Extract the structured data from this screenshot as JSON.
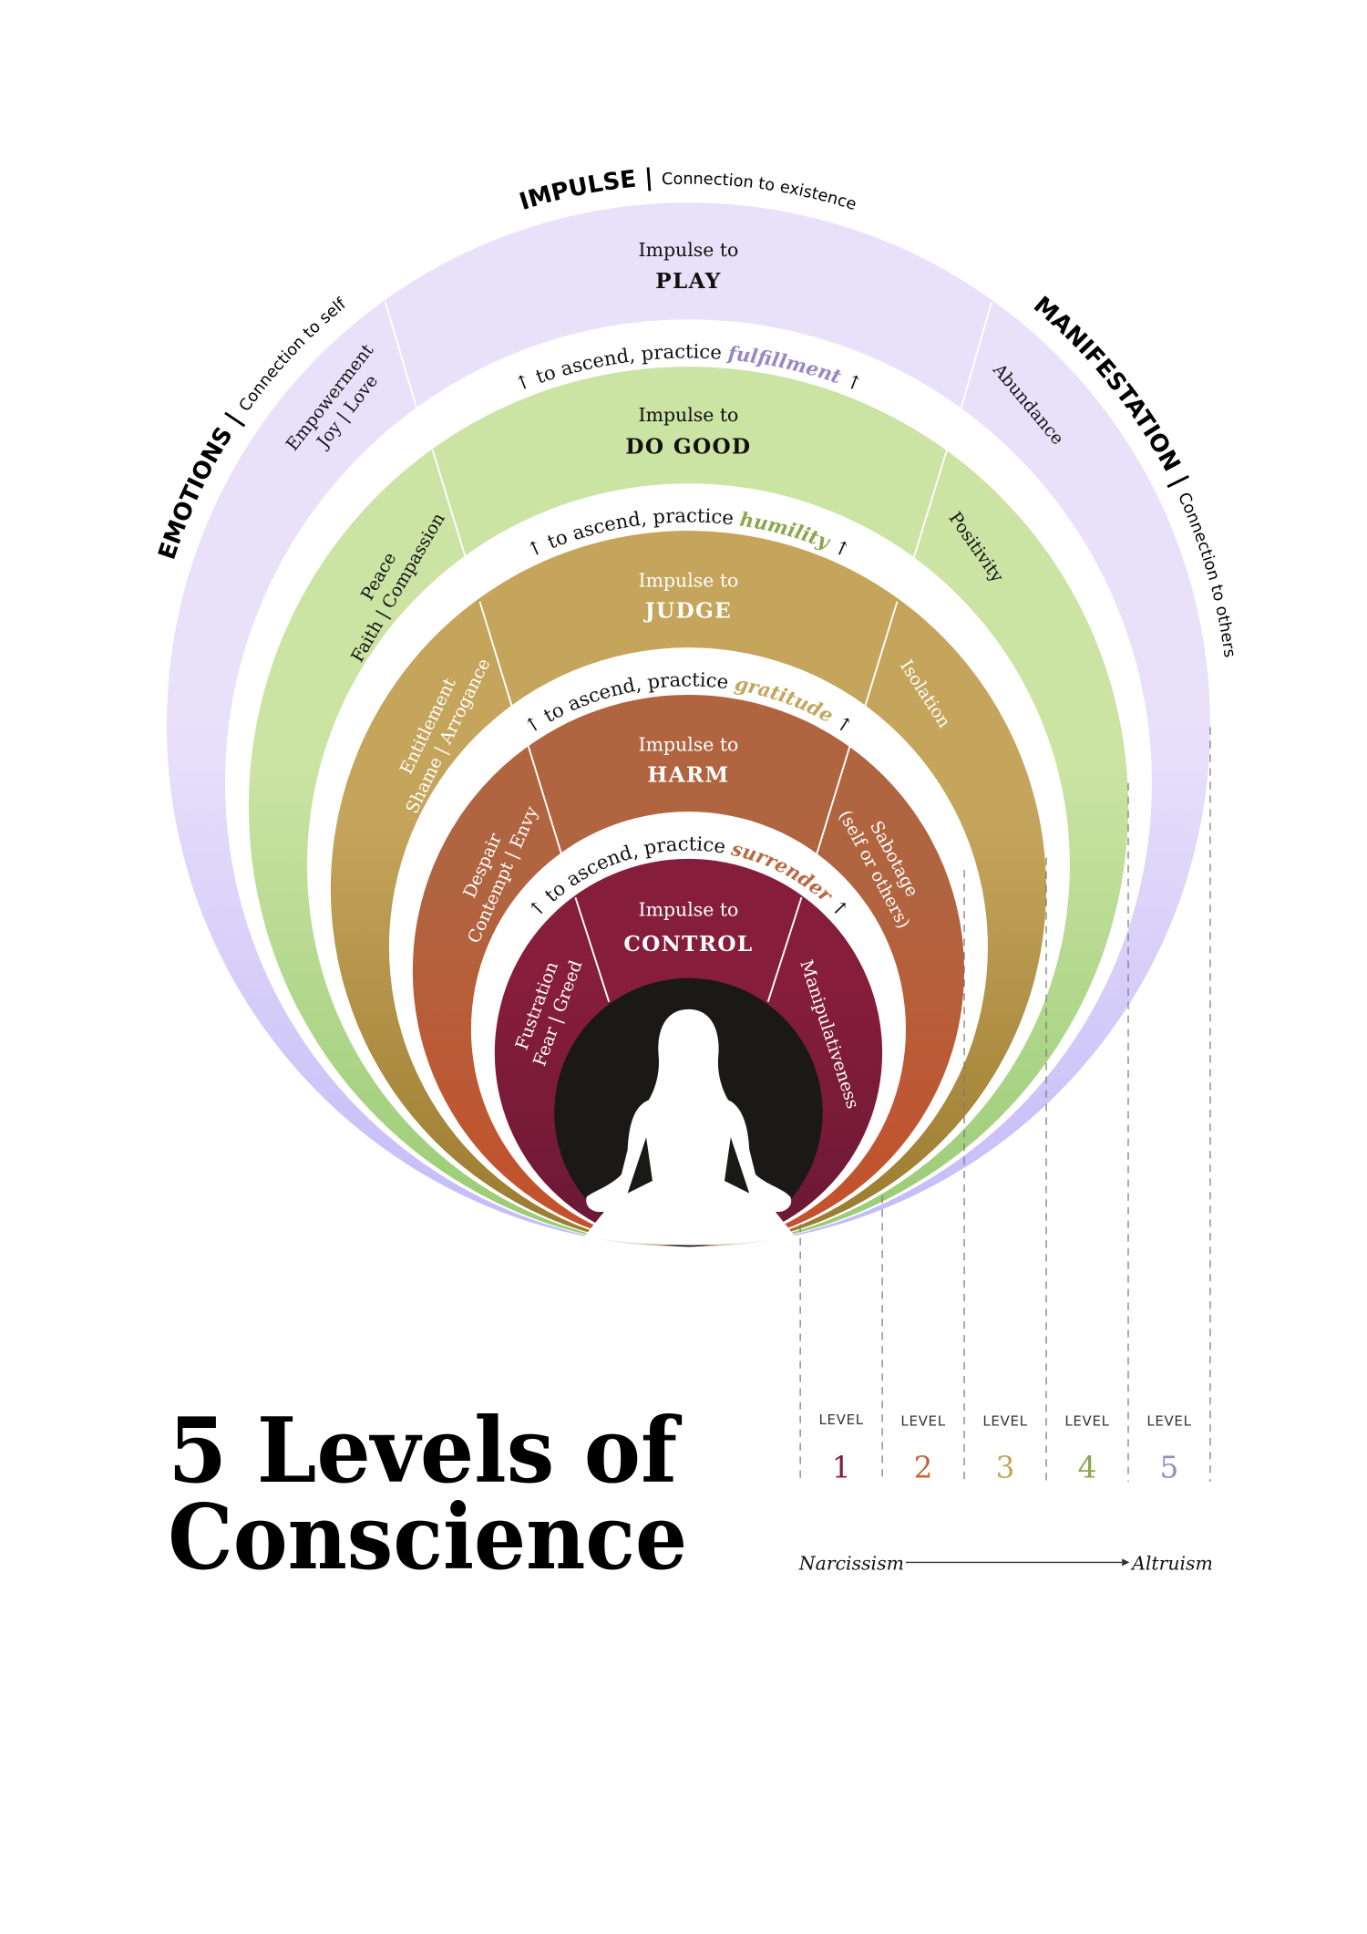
{
  "outer_labels": {
    "impulse": {
      "title": "IMPULSE",
      "sep": " | ",
      "sub": "Connection to existence"
    },
    "emotions": {
      "title": "EMOTIONS",
      "sep": " | ",
      "sub": "Connection to self"
    },
    "manifestation": {
      "title": "MANIFESTATION",
      "sep": " | ",
      "sub": "Connection to others"
    }
  },
  "rings": [
    {
      "level": "5",
      "impulse_prefix": "Impulse to",
      "impulse": "PLAY",
      "practice_prefix": "to ascend, practice ",
      "practice": "fulfillment",
      "arrow": "↑",
      "left": [
        "Empowerment",
        "Joy | Love"
      ],
      "right": [
        "Abundance"
      ]
    },
    {
      "level": "4",
      "impulse_prefix": "Impulse to",
      "impulse": "DO GOOD",
      "practice_prefix": "to ascend, practice ",
      "practice": "humility",
      "arrow": "↑",
      "left": [
        "Peace",
        "Faith | Compassion"
      ],
      "right": [
        "Positivity"
      ]
    },
    {
      "level": "3",
      "impulse_prefix": "Impulse to",
      "impulse": "JUDGE",
      "practice_prefix": "to ascend, practice ",
      "practice": "gratitude",
      "arrow": "↑",
      "left": [
        "Entitlement",
        "Shame | Arrogance"
      ],
      "right": [
        "Isolation"
      ]
    },
    {
      "level": "2",
      "impulse_prefix": "Impulse to",
      "impulse": "HARM",
      "practice_prefix": "to ascend, practice ",
      "practice": "surrender",
      "arrow": "↑",
      "left": [
        "Despair",
        "Contempt | Envy"
      ],
      "right": [
        "Sabotage",
        "(self or others)"
      ]
    },
    {
      "level": "1",
      "impulse_prefix": "Impulse to",
      "impulse": "CONTROL",
      "left": [
        "Fustration",
        "Fear | Greed"
      ],
      "right": [
        "Manipulativeness"
      ]
    }
  ],
  "colors": {
    "level1": "#851d3b",
    "level2": "#c0673f",
    "level3": "#c5a55c",
    "level4": "#8aa64f",
    "level5": "#9b86c4"
  },
  "title": {
    "line1": "5 Levels of",
    "line2": "Conscience"
  },
  "legend": {
    "level_label": "LEVEL",
    "levels": [
      "1",
      "2",
      "3",
      "4",
      "5"
    ],
    "from": "Narcissism",
    "to": "Altruism"
  }
}
